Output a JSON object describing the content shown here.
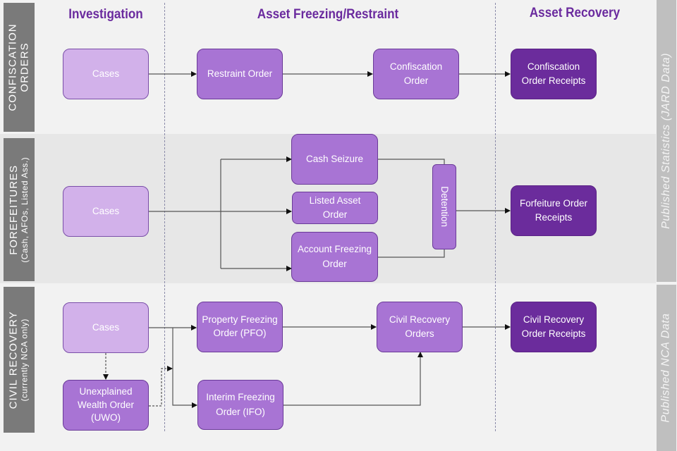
{
  "columns": {
    "investigation": "Investigation",
    "freezing": "Asset Freezing/Restraint",
    "recovery": "Asset Recovery"
  },
  "rows": {
    "confiscation": {
      "title": "CONFISCATION",
      "subtitle": "ORDERS"
    },
    "forfeitures": {
      "title": "FOREFEITURES",
      "subtitle": "(Cash, AFOs, Listed Ass.)"
    },
    "civil": {
      "title": "CIVIL RECOVERY",
      "subtitle": "(currently NCA only)"
    }
  },
  "side_labels": {
    "jard": "Published Statistics (JARD Data)",
    "nca": "Published NCA Data"
  },
  "nodes": {
    "conf_cases": "Cases",
    "restraint_order": "Restraint Order",
    "confiscation_order": "Confiscation Order",
    "confiscation_receipts": "Confiscation Order Receipts",
    "forf_cases": "Cases",
    "cash_seizure": "Cash Seizure",
    "listed_asset_order": "Listed Asset Order",
    "account_freezing_order": "Account Freezing Order",
    "detention": "Detention",
    "forfeiture_receipts": "Forfeiture Order Receipts",
    "civil_cases": "Cases",
    "uwo": "Unexplained Wealth Order (UWO)",
    "pfo": "Property Freezing Order (PFO)",
    "ifo": "Interim Freezing Order (IFO)",
    "civil_recovery_orders": "Civil Recovery Orders",
    "civil_receipts": "Civil Recovery Order Receipts"
  },
  "colors": {
    "heading": "#6a2a9e",
    "node_light": "#d2b1ea",
    "node_mid": "#a874d4",
    "node_dark": "#6b2c9c",
    "row_label_bg": "#7a7a7a",
    "side_label_bg": "#bfbfbf"
  }
}
